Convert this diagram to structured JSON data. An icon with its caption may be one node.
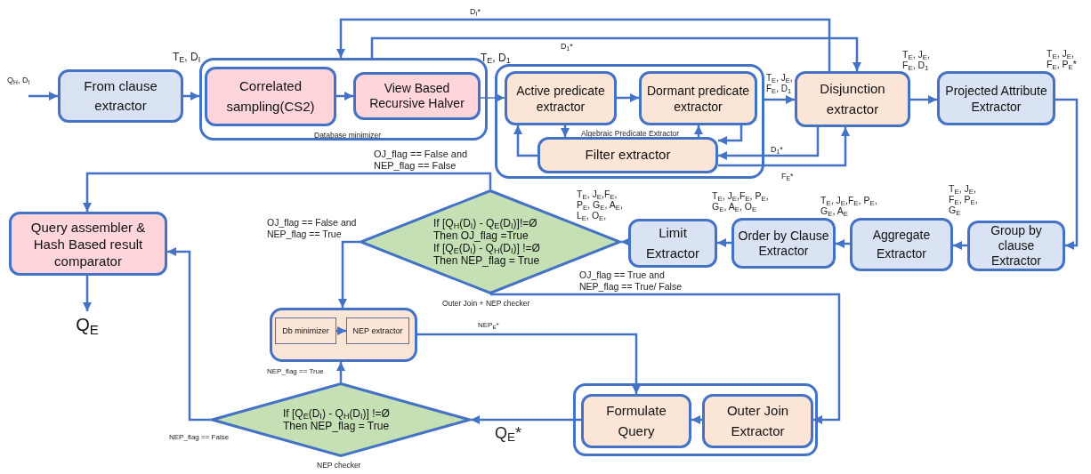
{
  "diagram": {
    "nodes": [
      {
        "text": [
          "From clause extractor"
        ]
      },
      {
        "text": [
          "Database minimizer"
        ]
      },
      {
        "text": [
          "Correlated sampling(CS2)"
        ],
        "in": 1
      },
      {
        "text": [
          "View Based Recursive Halver"
        ],
        "in": 1
      },
      {
        "text": [
          "Algebraic Predicate Extractor"
        ]
      },
      {
        "text": [
          "Active predicate extractor"
        ],
        "in": 4
      },
      {
        "text": [
          "Dormant predicate extractor"
        ],
        "in": 4
      },
      {
        "text": [
          "Filter extractor"
        ],
        "in": 4
      },
      {
        "text": [
          "Disjunction extractor"
        ]
      },
      {
        "text": [
          "Projected Attribute Extractor"
        ]
      },
      {
        "text": [
          "Group by clause Extractor"
        ]
      },
      {
        "text": [
          "Aggregate Extractor"
        ]
      },
      {
        "text": [
          "Order by Clause Extractor"
        ]
      },
      {
        "text": [
          "Limit Extractor"
        ]
      },
      {
        "text": [
          "If [Q$_{H}$(D$_{I}$) - Q$_{E}$(D$_{I}$)]!=Ø Then OJ_flag =True",
          "If [Q$_{E}$(D$_{I}$) - Q$_{H}$(D$_{I}$)] !=Ø Then NEP_flag = True"
        ],
        "beside": [
          "Outer Join + NEP checker"
        ]
      },
      {
        "text": [
          "Query assembler & Hash Based result comparator"
        ]
      },
      {
        "text": [
          "Q$_{E}$"
        ]
      },
      {
        "text": [],
        "shape": "box"
      },
      {
        "text": [
          "Db minimizer"
        ],
        "in": 17
      },
      {
        "text": [
          "NEP extractor"
        ],
        "in": 17
      },
      {
        "text": [
          "If [Q$_{E}$(D$_{I}$) - Q$_{H}$(D$_{I}$)] !=Ø Then NEP_flag = True"
        ],
        "beside": [
          "NEP checker"
        ]
      },
      {
        "text": [],
        "shape": "box"
      },
      {
        "text": [
          "Formulate Query"
        ],
        "in": 21
      },
      {
        "text": [
          "Outer Join Extractor"
        ],
        "in": 21
      }
    ],
    "edges": [
      {
        "from": null,
        "to": 0,
        "arrow": "to",
        "label": "Q$_{H}$, D$_{I}$"
      },
      {
        "from": 0,
        "to": 1,
        "arrow": "to",
        "label": "T$_{E}$, D$_{I}$"
      },
      {
        "from": 2,
        "to": 3,
        "arrow": "to"
      },
      {
        "from": 3,
        "to": 5,
        "arrow": "to",
        "label": "T$_{E}$, D$_{1}$"
      },
      {
        "from": 5,
        "to": 6,
        "arrow": "to"
      },
      {
        "from": 5,
        "to": 7,
        "arrow": "to"
      },
      {
        "from": 7,
        "to": 5,
        "arrow": "to"
      },
      {
        "from": 6,
        "to": 7,
        "arrow": "to"
      },
      {
        "from": 7,
        "to": 6,
        "arrow": "to"
      },
      {
        "from": 4,
        "to": 8,
        "arrow": "to",
        "label": "T$_{E}$, J$_{E}$, F$_{E}$, D$_{1}$"
      },
      {
        "from": 8,
        "to": 7,
        "arrow": "to",
        "label": "D$_{1}$*"
      },
      {
        "from": 7,
        "to": 8,
        "arrow": "to",
        "label": "F$_{E}$*"
      },
      {
        "from": 8,
        "to": 1,
        "arrow": "to",
        "label": "D$_{I}$*"
      },
      {
        "from": 1,
        "to": 8,
        "arrow": "to",
        "label": "D$_{1}$*"
      },
      {
        "from": 8,
        "to": 9,
        "arrow": "to",
        "label": "T$_{E}$, J$_{E}$, F$_{E}$, D$_{1}$"
      },
      {
        "from": 9,
        "to": 10,
        "arrow": "to",
        "label": "T$_{E}$, J$_{E}$, F$_{E}$, P$_{E}$*"
      },
      {
        "from": 10,
        "to": 11,
        "arrow": "to",
        "label": "T$_{E}$, J$_{E}$, F$_{E}$, P$_{E}$, G$_{E}$"
      },
      {
        "from": 11,
        "to": 12,
        "arrow": "to",
        "label": "T$_{E}$, J$_{E}$,F$_{E}$, P$_{E}$, G$_{E}$, A$_{E}$"
      },
      {
        "from": 12,
        "to": 13,
        "arrow": "to",
        "label": "T$_{E}$, J$_{E}$,F$_{E}$, P$_{E}$, G$_{E}$, A$_{E}$, O$_{E}$"
      },
      {
        "from": 13,
        "to": 14,
        "arrow": "to",
        "label": "T$_{E}$, J$_{E}$,F$_{E}$, P$_{E}$, G$_{E}$, A$_{E}$, L$_{E}$, O$_{E}$,"
      },
      {
        "from": 14,
        "to": 15,
        "arrow": "to",
        "label": "OJ_flag == False and NEP_flag == False"
      },
      {
        "from": 14,
        "to": 17,
        "arrow": "to",
        "label": "OJ_flag == False and NEP_flag == True"
      },
      {
        "from": 14,
        "to": 23,
        "arrow": "to",
        "label": "OJ_flag == True and NEP_flag == True/ False"
      },
      {
        "from": 17,
        "to": 22,
        "arrow": "to",
        "label": "NEP$_{E}$*"
      },
      {
        "from": 18,
        "to": 19,
        "arrow": "to"
      },
      {
        "from": 23,
        "to": 22,
        "arrow": "to"
      },
      {
        "from": 22,
        "to": 20,
        "arrow": "to",
        "label": "Q$_{E}$*"
      },
      {
        "from": 20,
        "to": 17,
        "arrow": "to",
        "label": "NEP_flag == True"
      },
      {
        "from": 20,
        "to": 15,
        "arrow": "to",
        "label": "NEP_flag == False"
      },
      {
        "from": 15,
        "to": 16,
        "arrow": "to"
      }
    ]
  }
}
